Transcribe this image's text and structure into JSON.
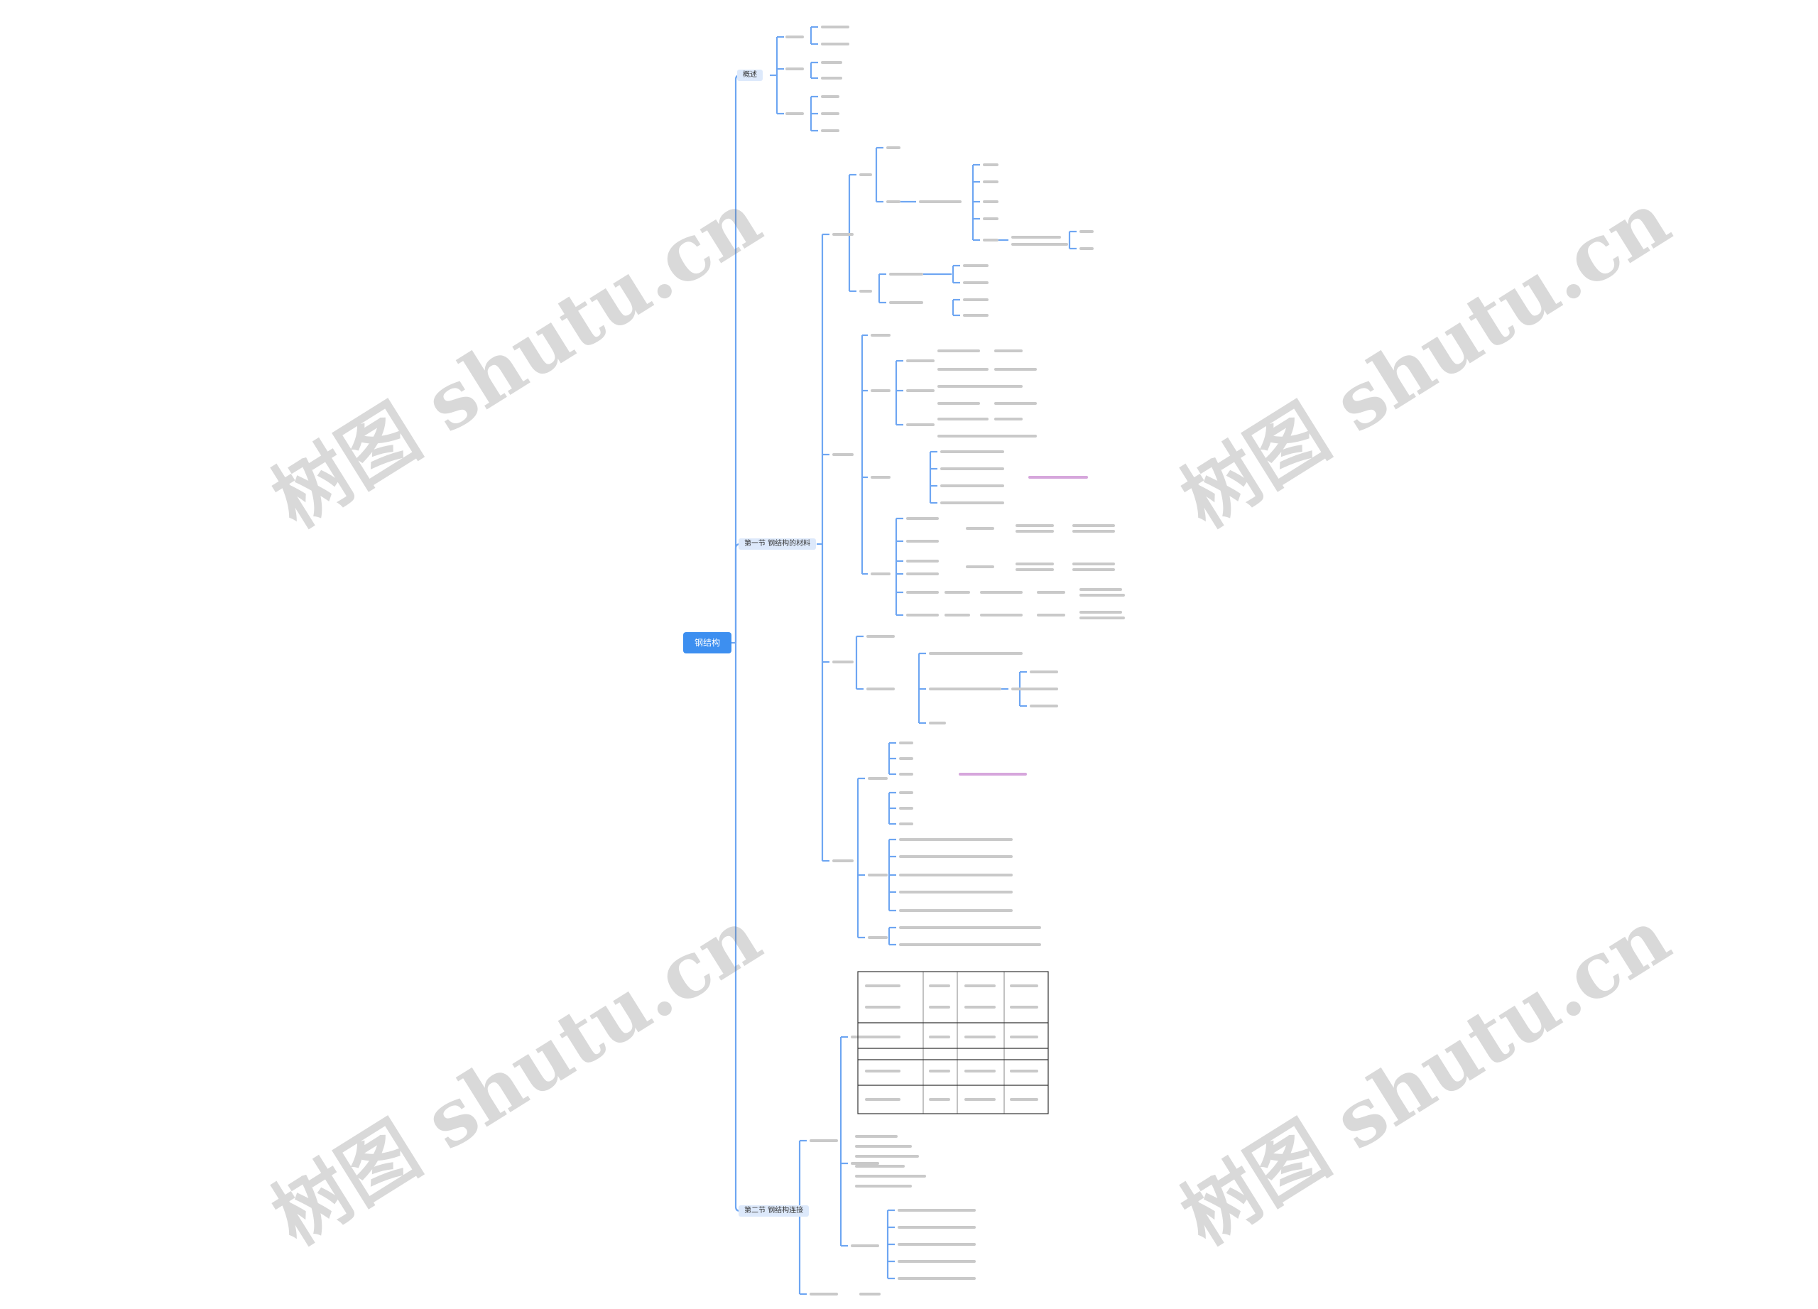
{
  "root": {
    "label": "钢结构"
  },
  "branches": [
    {
      "label": "概述"
    },
    {
      "label": "第一节 钢结构的材料"
    },
    {
      "label": "第二节 钢结构连接"
    }
  ],
  "watermark": "树图 shutu.cn",
  "colors": {
    "line": "#6ea6f2",
    "root_bg": "#3d8ff0",
    "branch_bg": "#dde9fb",
    "leaf_text": "#9a9a9a",
    "accent_text": "#b04ab8"
  }
}
